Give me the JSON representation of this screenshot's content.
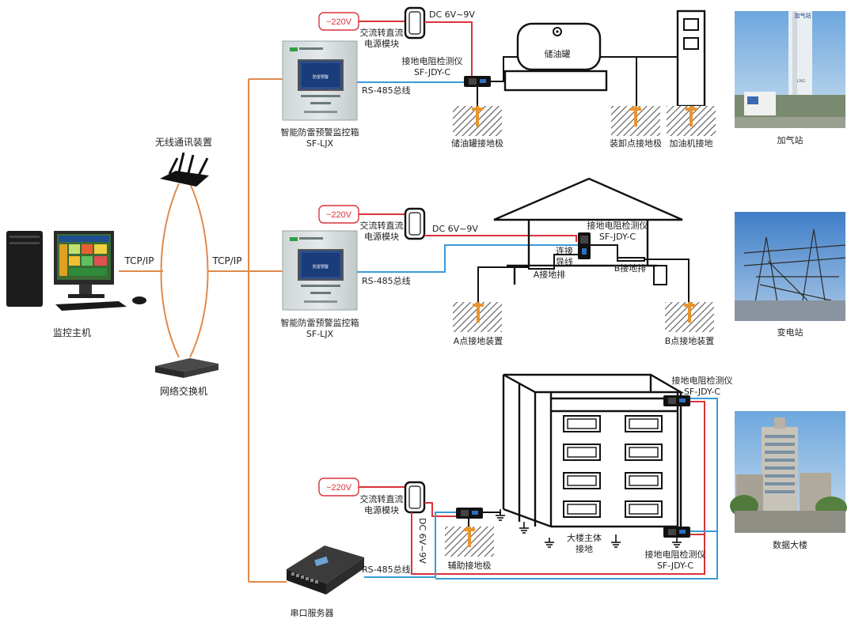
{
  "labels": {
    "monitor_host": "监控主机",
    "wireless": "无线通讯装置",
    "switch": "网络交换机",
    "serial_server": "串口服务器",
    "tcpip_left": "TCP/IP",
    "tcpip_right": "TCP/IP",
    "voltage": "~220V",
    "ac_dc_line1": "交流转直流",
    "ac_dc_line2": "电源模块",
    "dc": "DC 6V~9V",
    "dc_vertical": "DC 6V~9V",
    "monitor_box_name": "智能防雷预警监控箱",
    "monitor_box_model": "SF-LJX",
    "detector_name": "接地电阻检测仪",
    "detector_model": "SF-JDY-C",
    "rs485": "RS-485总线",
    "oil_tank": "储油罐",
    "oil_tank_ground": "储油罐接地极",
    "unload_ground": "装卸点接地极",
    "fuel_machine_ground": "加油机接地",
    "connect_line1": "连接",
    "connect_line2": "导线",
    "a_bar": "A接地排",
    "b_bar": "B接地排",
    "a_ground": "A点接地装置",
    "b_ground": "B点接地装置",
    "aux_ground": "辅助接地极",
    "building_ground1": "大楼主体",
    "building_ground2": "接地",
    "gas_station": "加气站",
    "substation": "变电站",
    "data_building": "数据大楼",
    "screen_brand": "防雷预警",
    "lng": "LNG",
    "gas_sign": "加气站"
  },
  "colors": {
    "orange_line": "#e08a4a",
    "red_line": "#d9333b",
    "blue_line": "#3a9ad9",
    "ground_rod": "#e8942e"
  },
  "icons": [
    "computer-icon",
    "router-icon",
    "switch-icon",
    "serial-server-icon",
    "monitor-box-icon",
    "power-module-icon",
    "detector-icon",
    "ground-rod-icon",
    "ground-symbol-icon"
  ]
}
